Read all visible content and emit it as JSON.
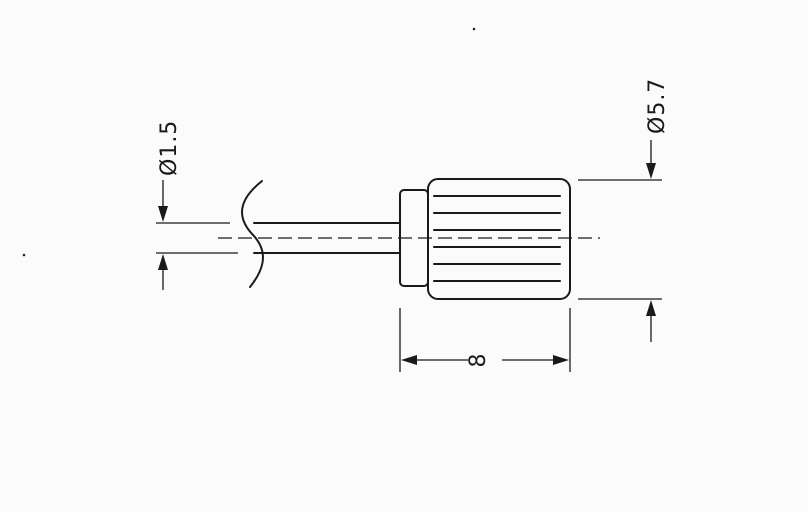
{
  "drawing": {
    "dimensions": {
      "shaft_diameter_label": "Ø1.5",
      "knob_diameter_label": "Ø5.7",
      "length_label": "8"
    }
  }
}
